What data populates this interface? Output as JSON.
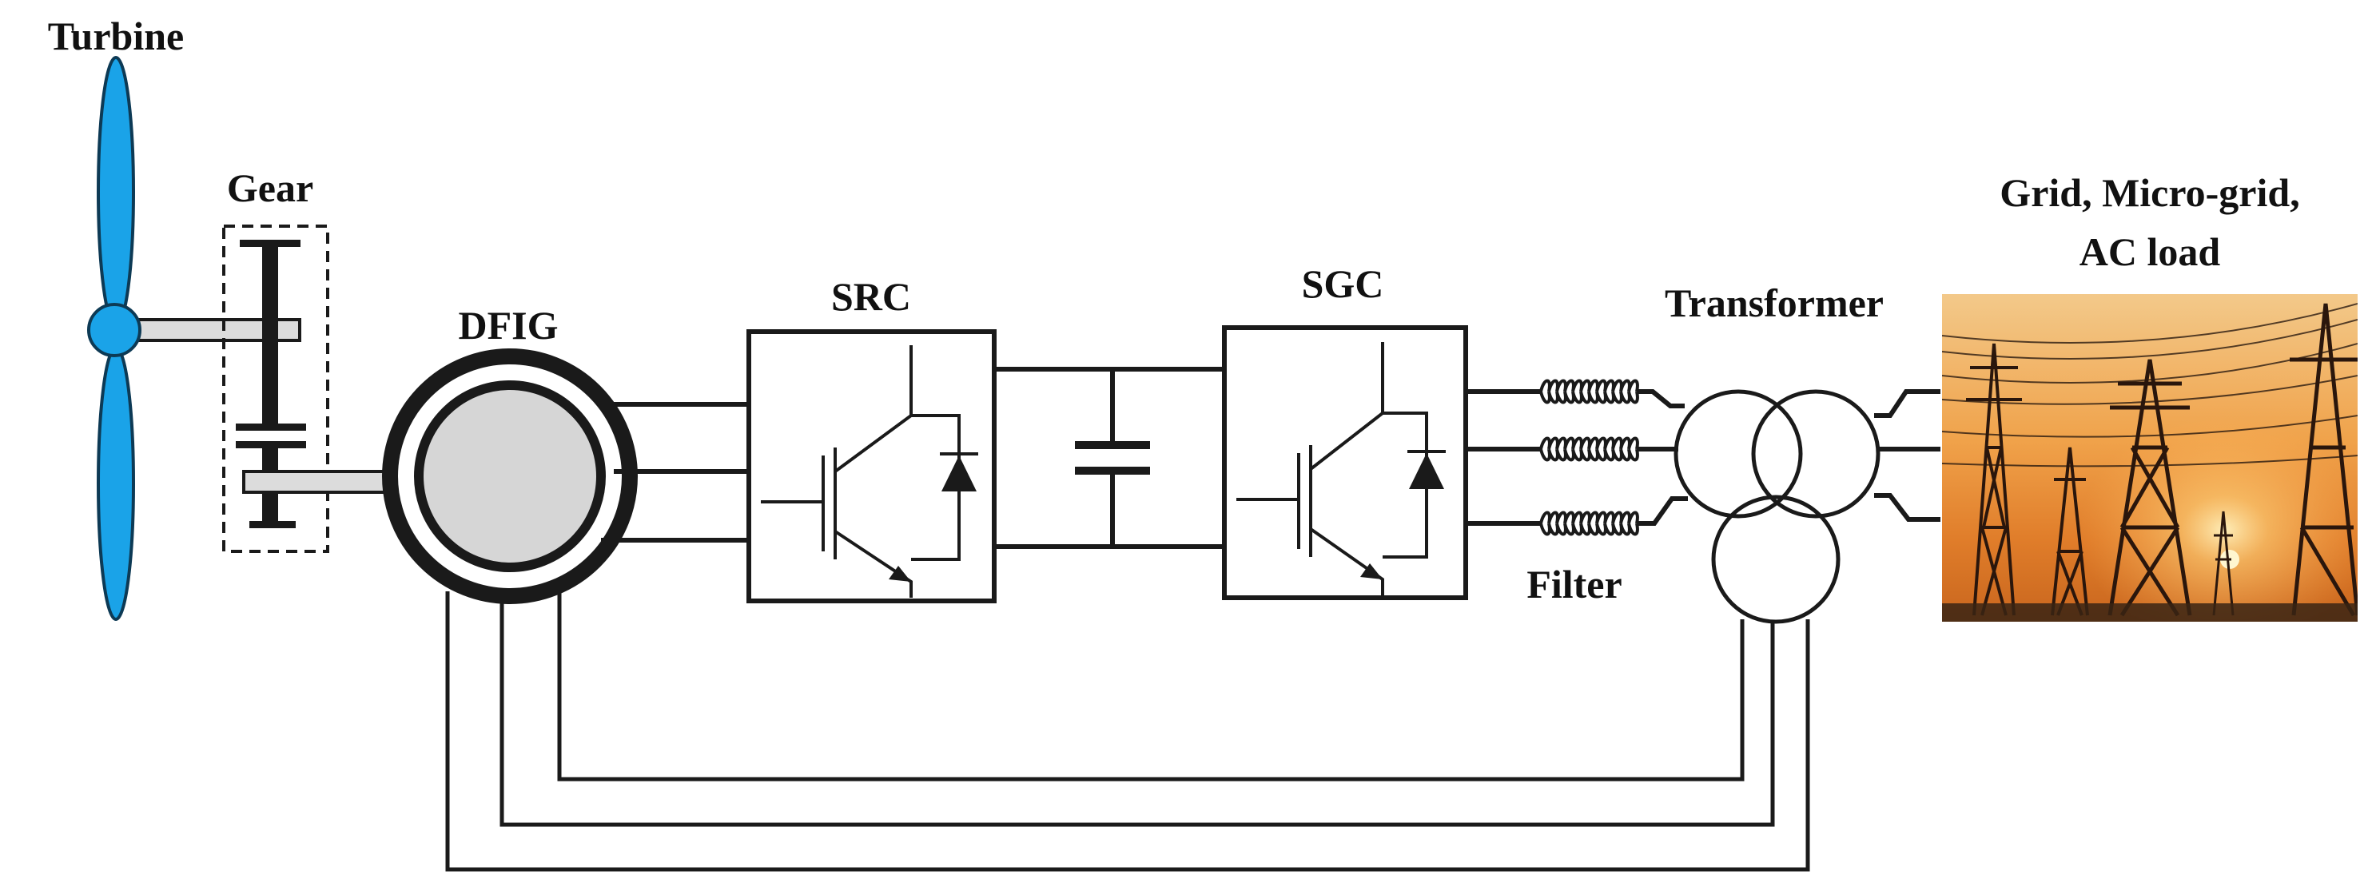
{
  "labels": {
    "turbine": "Turbine",
    "gear": "Gear",
    "dfig": "DFIG",
    "src": "SRC",
    "sgc": "SGC",
    "transformer": "Transformer",
    "filter": "Filter",
    "grid_line1": "Grid, Micro-grid,",
    "grid_line2": "AC load"
  },
  "colors": {
    "blade": "#1aa3e8",
    "line": "#1a1a1a",
    "dfig_core": "#d6d6d6",
    "shaft": "#dcdcdc"
  }
}
